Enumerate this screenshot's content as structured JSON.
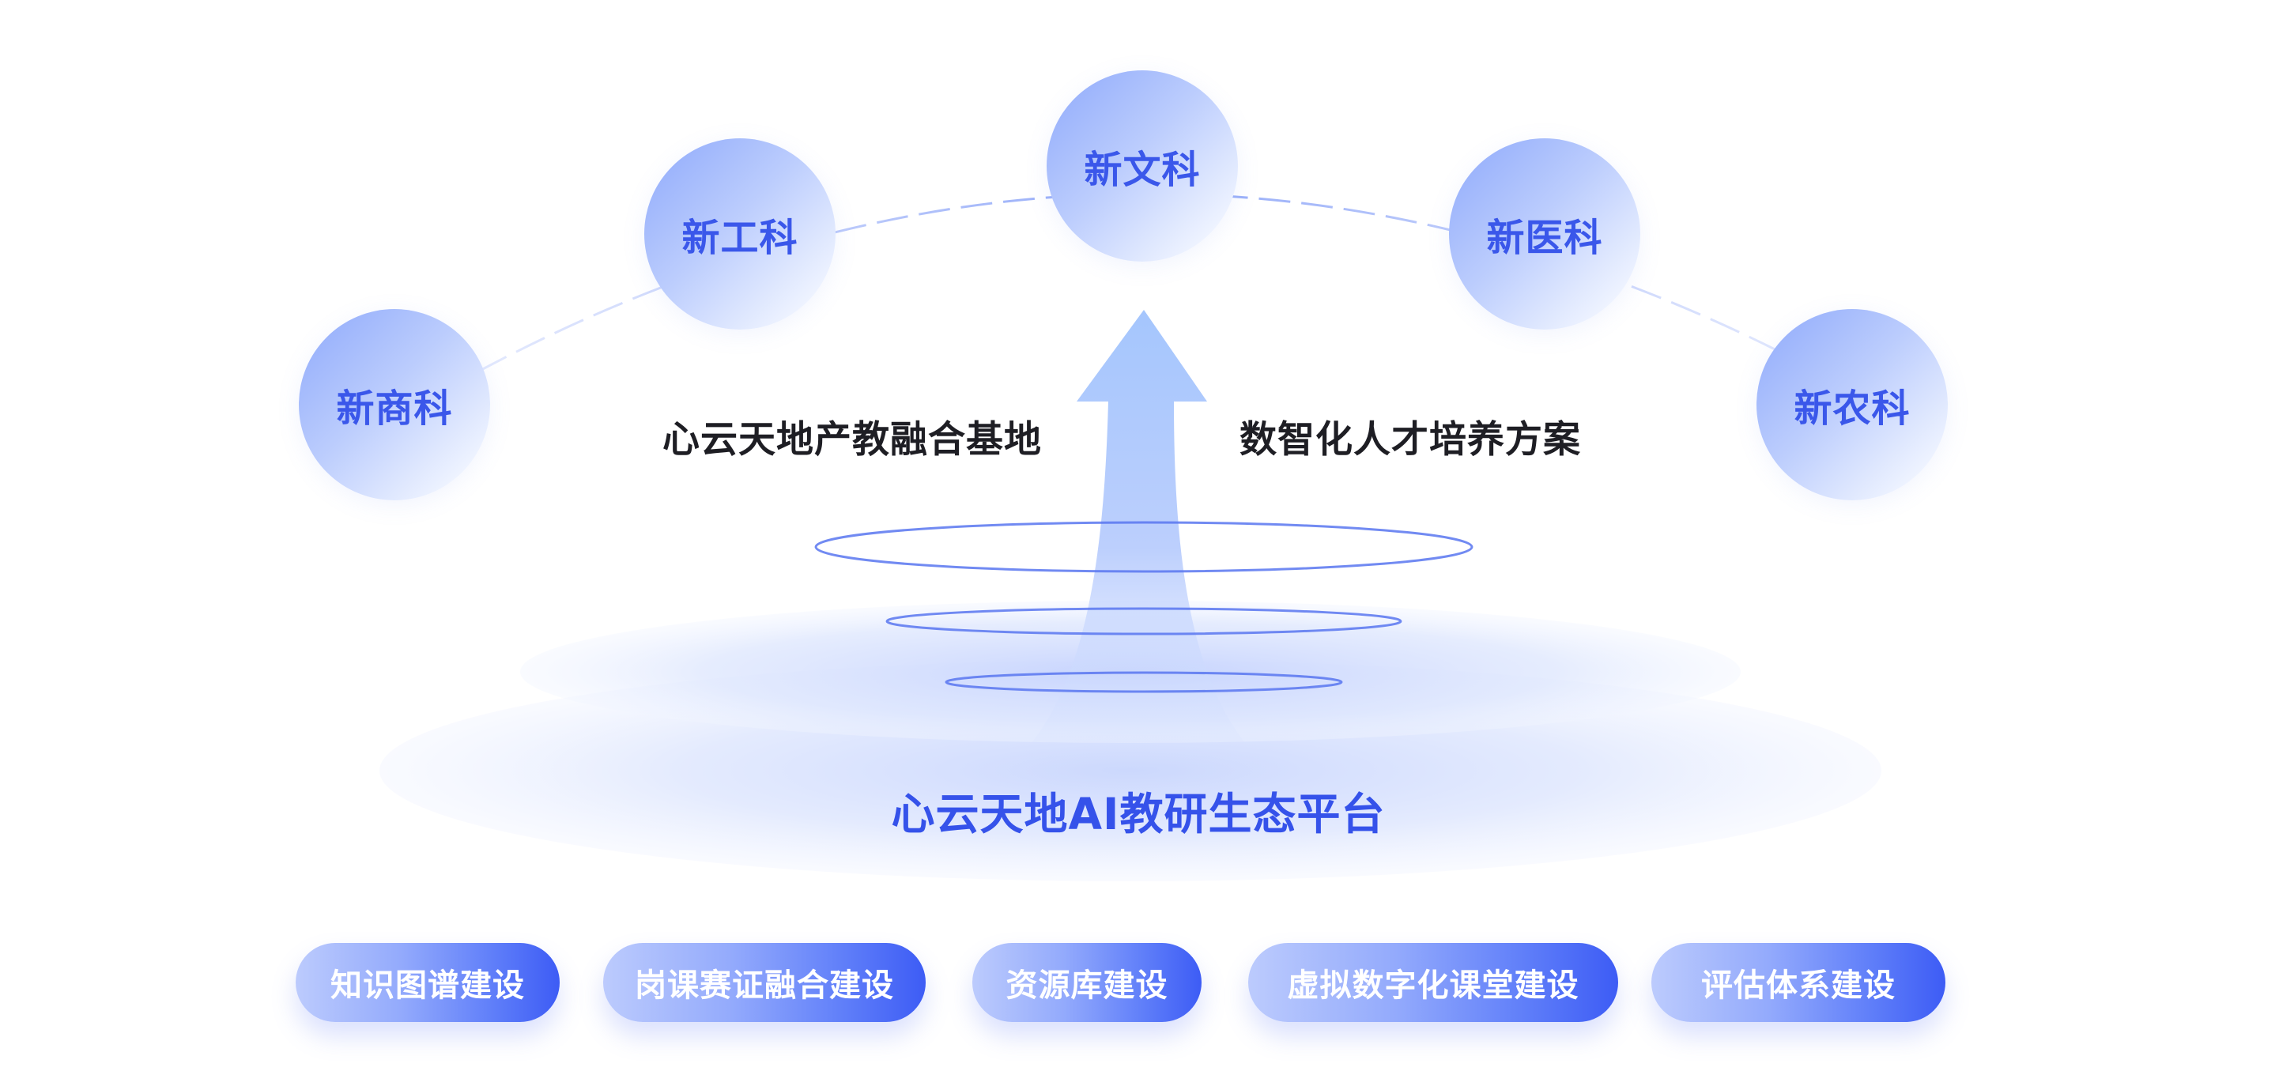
{
  "disciplines": [
    {
      "id": "shang",
      "label": "新商科"
    },
    {
      "id": "gong",
      "label": "新工科"
    },
    {
      "id": "wen",
      "label": "新文科"
    },
    {
      "id": "yi",
      "label": "新医科"
    },
    {
      "id": "nong",
      "label": "新农科"
    }
  ],
  "left_caption": "心云天地产教融合基地",
  "right_caption": "数智化人才培养方案",
  "platform_title": "心云天地AI教研生态平台",
  "modules": [
    "知识图谱建设",
    "岗课赛证融合建设",
    "资源库建设",
    "虚拟数字化课堂建设",
    "评估体系建设"
  ],
  "colors": {
    "accent": "#3a57ea",
    "circle_light": "#eef3ff",
    "circle_dark": "#8ea9fb",
    "pill_dark": "#3d5cf5",
    "pill_light": "#bccbfd",
    "text_dark": "#1e1e24"
  }
}
